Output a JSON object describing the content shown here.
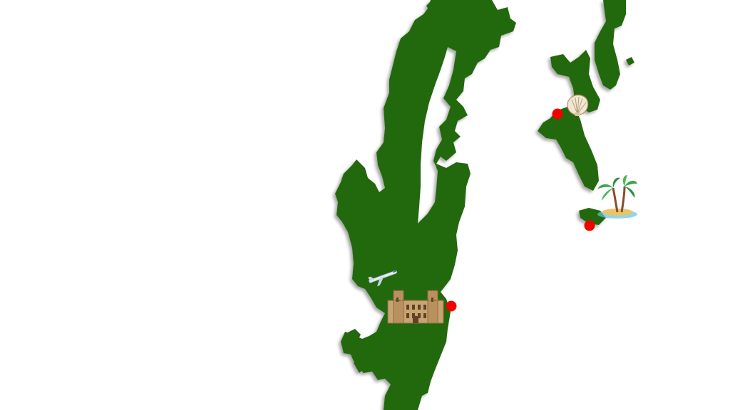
{
  "map": {
    "background_color": "#ffffff",
    "land_color": "#246708",
    "marker_color": "#f40000",
    "landmasses": [
      {
        "id": "main-island",
        "name": ""
      },
      {
        "id": "eastern-island-north",
        "name": ""
      },
      {
        "id": "eastern-island-south",
        "name": ""
      }
    ],
    "markers": [
      {
        "id": "marker-north-east",
        "label": ""
      },
      {
        "id": "marker-south-east",
        "label": ""
      },
      {
        "id": "marker-south-main",
        "label": ""
      }
    ],
    "icons": [
      {
        "id": "seashell",
        "name": "seashell-icon"
      },
      {
        "id": "palm-island",
        "name": "palm-tree-island-icon"
      },
      {
        "id": "castle",
        "name": "castle-icon"
      },
      {
        "id": "airplane",
        "name": "airplane-icon"
      }
    ]
  }
}
